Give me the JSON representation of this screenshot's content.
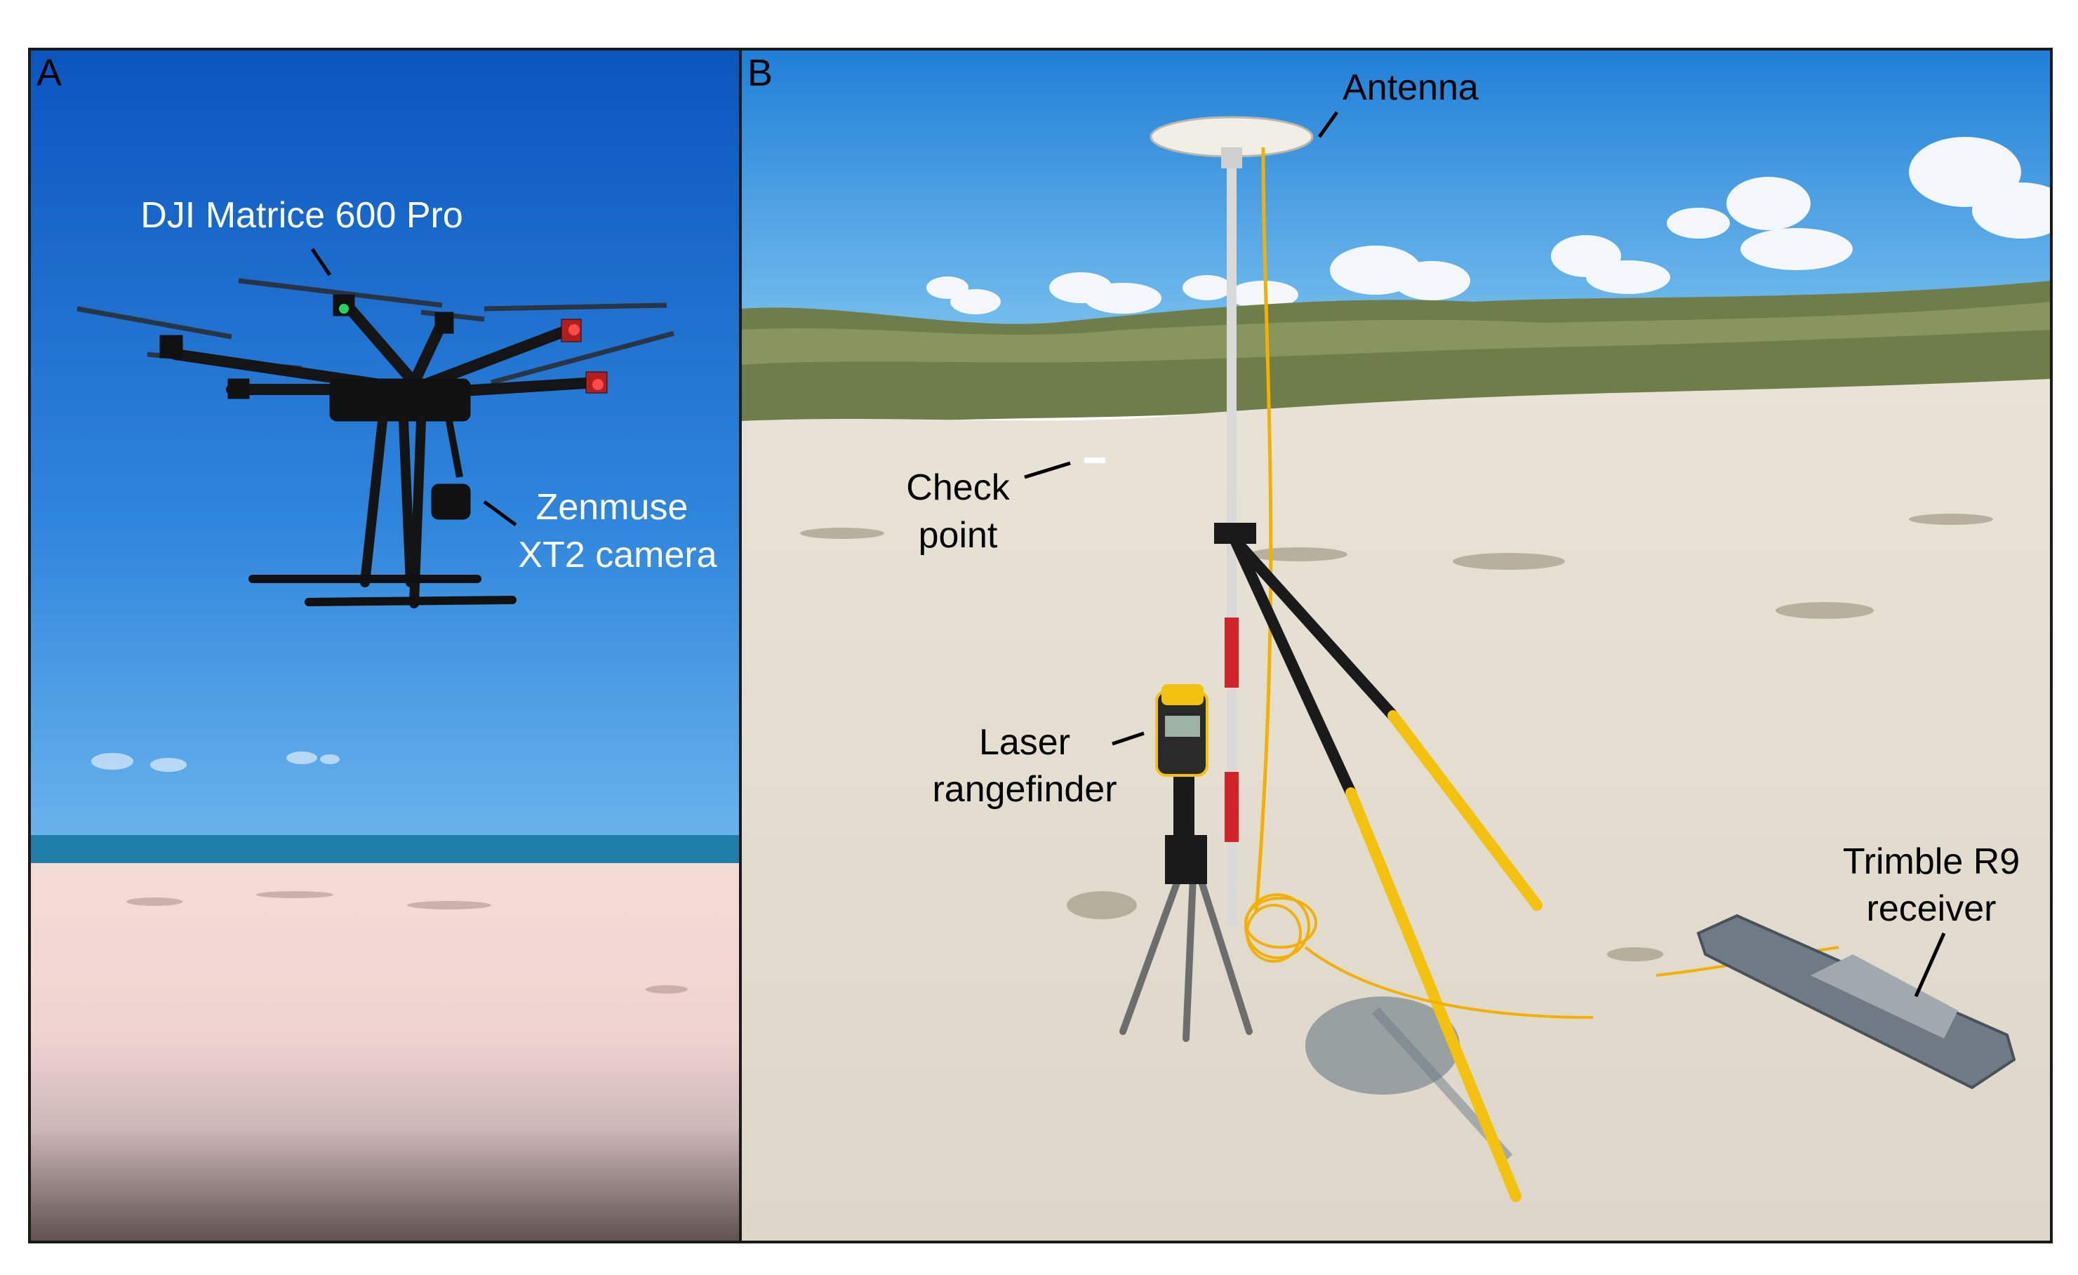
{
  "panels": {
    "a": {
      "letter": "A",
      "labels": {
        "drone": "DJI Matrice 600 Pro",
        "camera_line1": "Zenmuse",
        "camera_line2": "XT2 camera"
      }
    },
    "b": {
      "letter": "B",
      "labels": {
        "antenna": "Antenna",
        "checkpoint_line1": "Check",
        "checkpoint_line2": "point",
        "laser_line1": "Laser",
        "laser_line2": "rangefinder",
        "receiver_line1": "Trimble R9",
        "receiver_line2": "receiver"
      }
    }
  },
  "colors": {
    "frame": "#1a1a1a",
    "sky_top": "#0e63c9",
    "sky_bottom": "#5aa9e8",
    "sea": "#1e7fa8",
    "sand_a": "#f3d9d6",
    "sand_b": "#e7e1d6",
    "dune_grass": "#6f7d4a",
    "tripod_yellow": "#f2c20f",
    "rod_red": "#d2232a",
    "label_white": "#ffffff",
    "label_black": "#000000"
  }
}
